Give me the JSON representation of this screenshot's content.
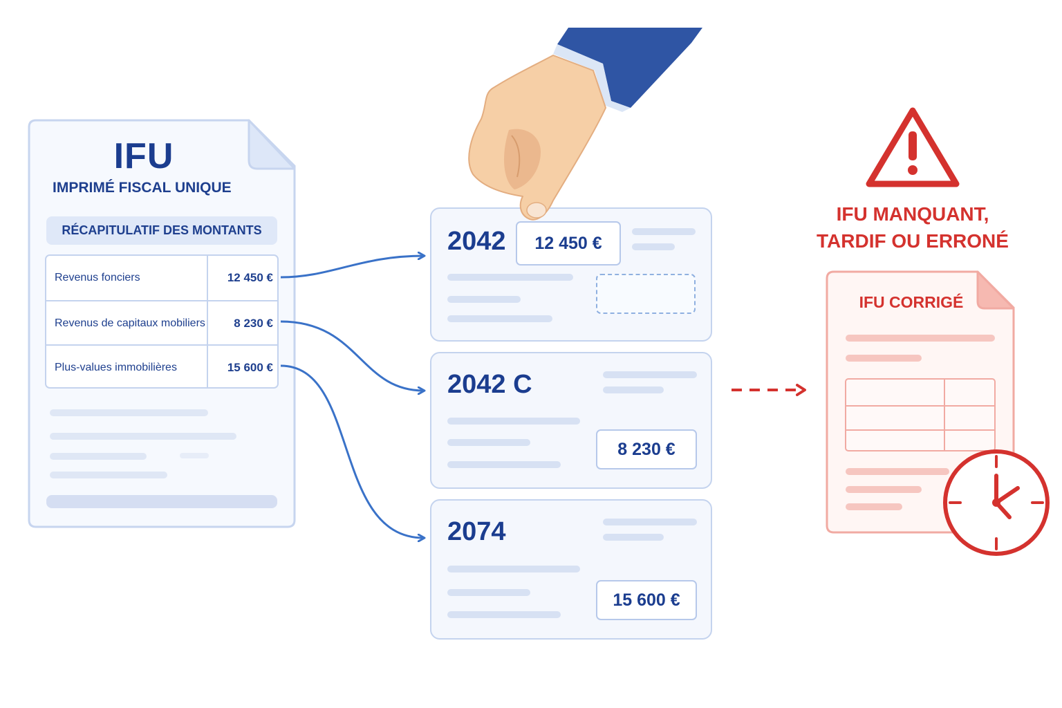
{
  "ifu": {
    "title": "IFU",
    "subtitle": "IMPRIMÉ FISCAL UNIQUE",
    "summary_header": "RÉCAPITULATIF DES MONTANTS",
    "rows": [
      {
        "label": "Revenus fonciers",
        "amount": "12 450 €"
      },
      {
        "label": "Revenus de capitaux mobiliers",
        "amount": "8 230 €"
      },
      {
        "label": "Plus-values immobilières",
        "amount": "15 600 €"
      }
    ]
  },
  "forms": [
    {
      "number": "2042",
      "amount": "12 450 €"
    },
    {
      "number": "2042 C",
      "amount": "8 230 €"
    },
    {
      "number": "2074",
      "amount": "15 600 €"
    }
  ],
  "warning": {
    "line1": "IFU MANQUANT,",
    "line2": "TARDIF OU ERRONÉ"
  },
  "corrected": {
    "title": "IFU CORRIGÉ"
  },
  "colors": {
    "primary_blue": "#1b3d8f",
    "arrow_blue": "#3a72c8",
    "warning_red": "#d4322e",
    "sleeve_blue": "#2f55a4",
    "skin": "#f6cfa6"
  },
  "icons": [
    "warning-triangle-icon",
    "clock-icon",
    "hand-icon"
  ]
}
